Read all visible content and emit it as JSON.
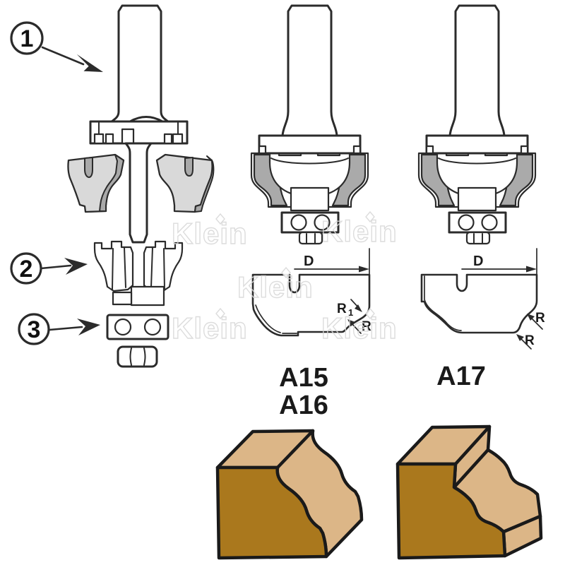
{
  "watermark": {
    "text": "Klein"
  },
  "exploded_view": {
    "callouts": [
      {
        "number": "1"
      },
      {
        "number": "2"
      },
      {
        "number": "3"
      }
    ]
  },
  "profiles": {
    "a15": {
      "diameter_label": "D",
      "radius1_label": "R",
      "radius1_subscript": "1",
      "radius_label": "R"
    },
    "a17": {
      "diameter_label": "D",
      "radius_top_label": "R",
      "radius_bottom_label": "R"
    }
  },
  "product_codes": {
    "left": [
      "A15",
      "A16"
    ],
    "right": "A17"
  },
  "colors": {
    "line": "#2b2b2b",
    "cutter_gray": "#aaaaaa",
    "knife_gray": "#d9d9d9",
    "wood_front": "#aa781d",
    "wood_top": "#dcb687",
    "watermark": "#d9d9d9",
    "background": "#ffffff"
  }
}
